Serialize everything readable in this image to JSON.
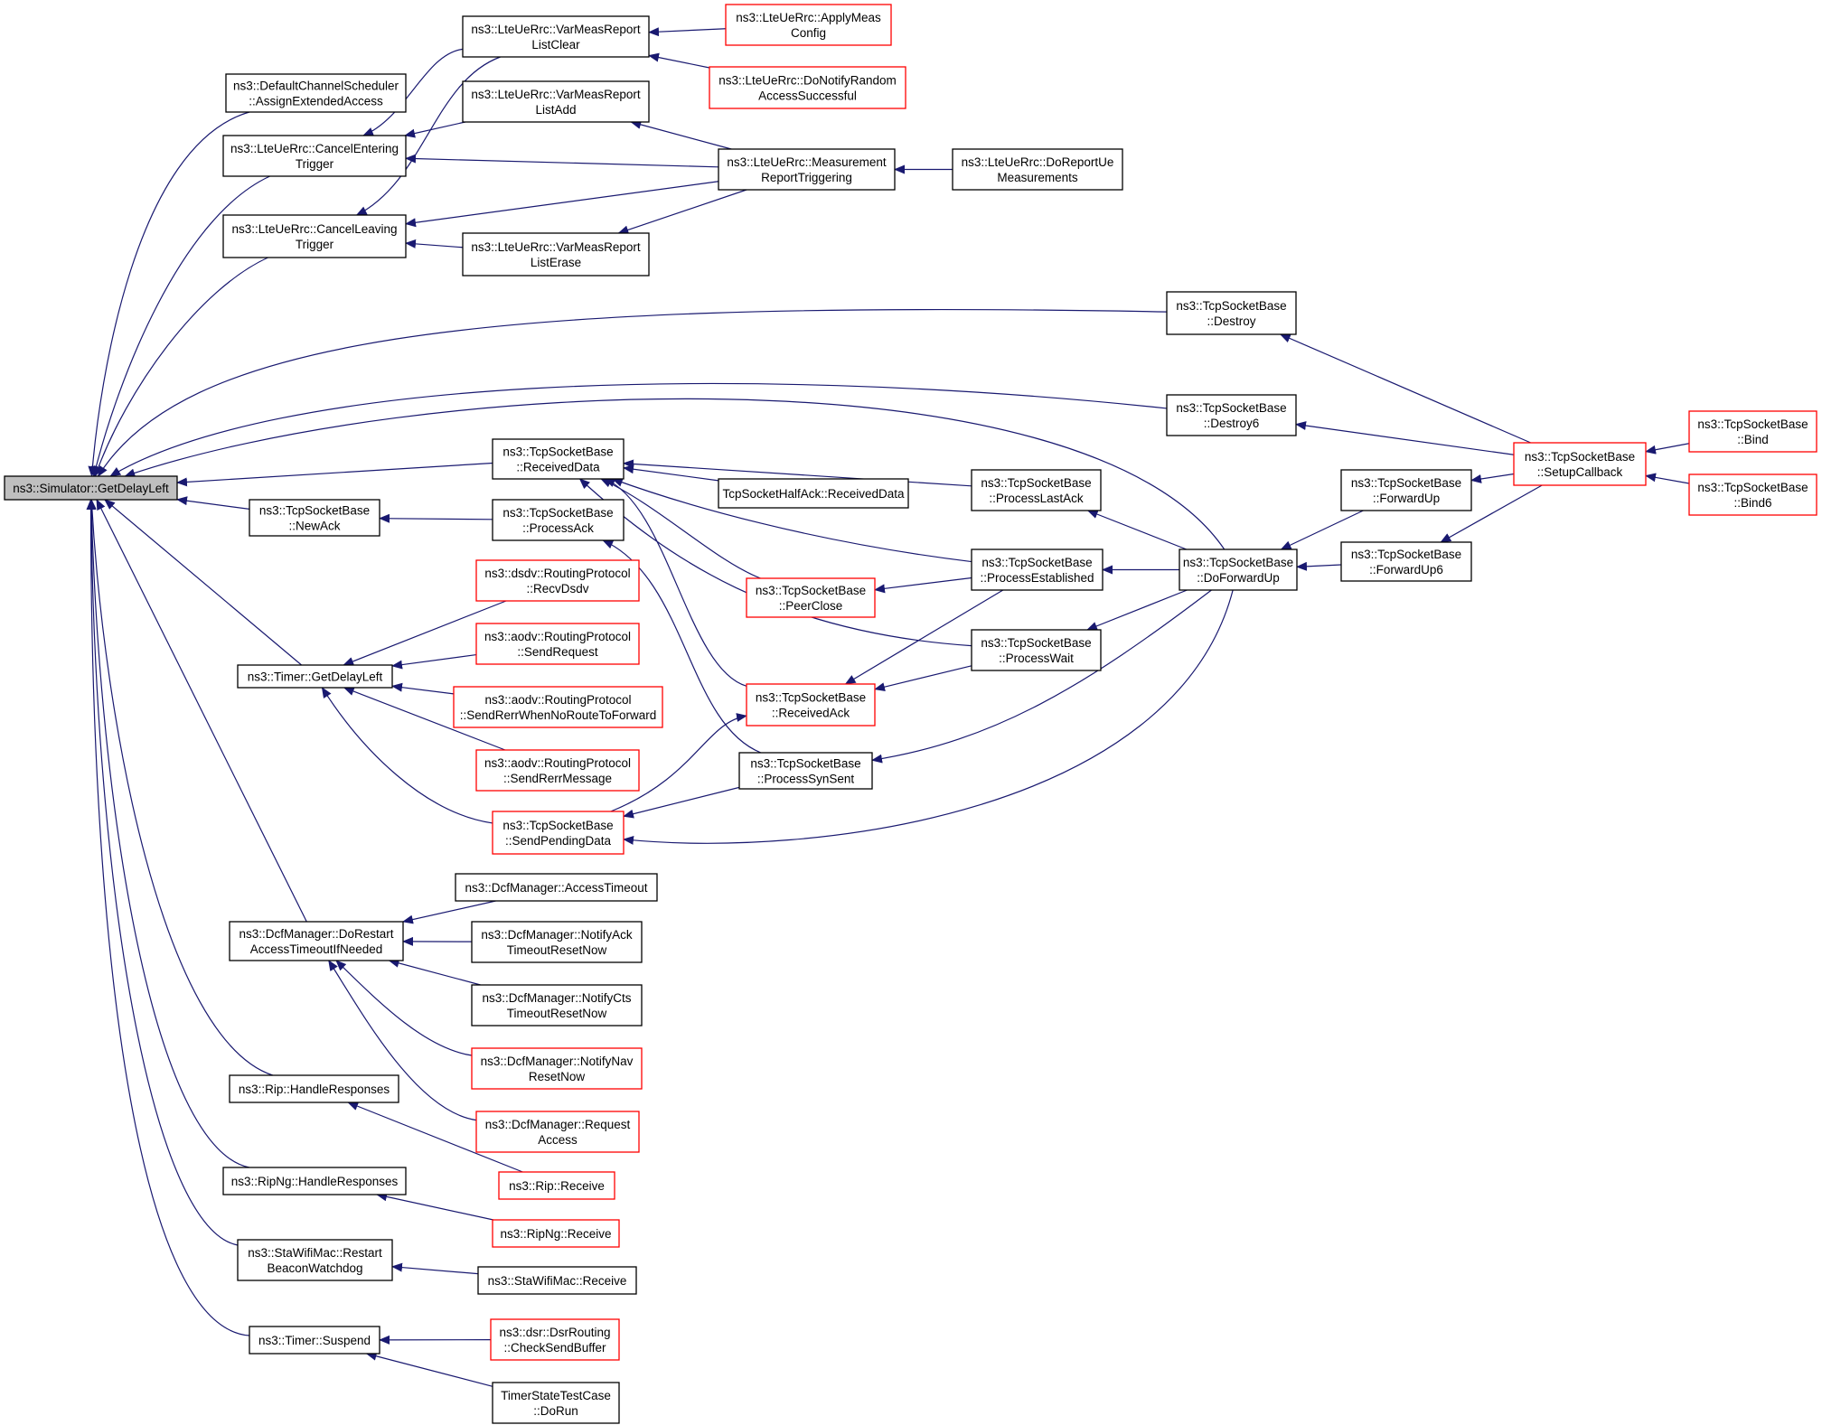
{
  "colors": {
    "edge": "#191970",
    "box_black": "#000000",
    "box_red": "#ff0000",
    "root_fill": "#bfbfbf",
    "background": "#ffffff"
  },
  "nodes": [
    {
      "id": "root",
      "lines": [
        "ns3::Simulator::GetDelayLeft"
      ],
      "style": "root"
    },
    {
      "id": "dcs_assign",
      "lines": [
        "ns3::DefaultChannelScheduler",
        "::AssignExtendedAccess"
      ],
      "style": "black"
    },
    {
      "id": "cancel_entering",
      "lines": [
        "ns3::LteUeRrc::CancelEntering",
        "Trigger"
      ],
      "style": "black"
    },
    {
      "id": "cancel_leaving",
      "lines": [
        "ns3::LteUeRrc::CancelLeaving",
        "Trigger"
      ],
      "style": "black"
    },
    {
      "id": "varmeas_clear",
      "lines": [
        "ns3::LteUeRrc::VarMeasReport",
        "ListClear"
      ],
      "style": "black"
    },
    {
      "id": "varmeas_add",
      "lines": [
        "ns3::LteUeRrc::VarMeasReport",
        "ListAdd"
      ],
      "style": "black"
    },
    {
      "id": "varmeas_erase",
      "lines": [
        "ns3::LteUeRrc::VarMeasReport",
        "ListErase"
      ],
      "style": "black"
    },
    {
      "id": "apply_meas",
      "lines": [
        "ns3::LteUeRrc::ApplyMeas",
        "Config"
      ],
      "style": "red"
    },
    {
      "id": "donotify_random",
      "lines": [
        "ns3::LteUeRrc::DoNotifyRandom",
        "AccessSuccessful"
      ],
      "style": "red"
    },
    {
      "id": "meas_trigger",
      "lines": [
        "ns3::LteUeRrc::Measurement",
        "ReportTriggering"
      ],
      "style": "black"
    },
    {
      "id": "doreport_ue",
      "lines": [
        "ns3::LteUeRrc::DoReportUe",
        "Measurements"
      ],
      "style": "black"
    },
    {
      "id": "tsb_destroy",
      "lines": [
        "ns3::TcpSocketBase",
        "::Destroy"
      ],
      "style": "black"
    },
    {
      "id": "tsb_destroy6",
      "lines": [
        "ns3::TcpSocketBase",
        "::Destroy6"
      ],
      "style": "black"
    },
    {
      "id": "tsb_setupcb",
      "lines": [
        "ns3::TcpSocketBase",
        "::SetupCallback"
      ],
      "style": "red"
    },
    {
      "id": "tsb_bind",
      "lines": [
        "ns3::TcpSocketBase",
        "::Bind"
      ],
      "style": "red"
    },
    {
      "id": "tsb_bind6",
      "lines": [
        "ns3::TcpSocketBase",
        "::Bind6"
      ],
      "style": "red"
    },
    {
      "id": "tsb_recvdata",
      "lines": [
        "ns3::TcpSocketBase",
        "::ReceivedData"
      ],
      "style": "black"
    },
    {
      "id": "halfack_recv",
      "lines": [
        "TcpSocketHalfAck::ReceivedData"
      ],
      "style": "black"
    },
    {
      "id": "tsb_proclastack",
      "lines": [
        "ns3::TcpSocketBase",
        "::ProcessLastAck"
      ],
      "style": "black"
    },
    {
      "id": "tsb_fwdup",
      "lines": [
        "ns3::TcpSocketBase",
        "::ForwardUp"
      ],
      "style": "black"
    },
    {
      "id": "tsb_fwdup6",
      "lines": [
        "ns3::TcpSocketBase",
        "::ForwardUp6"
      ],
      "style": "black"
    },
    {
      "id": "tsb_newack",
      "lines": [
        "ns3::TcpSocketBase",
        "::NewAck"
      ],
      "style": "black"
    },
    {
      "id": "tsb_procack",
      "lines": [
        "ns3::TcpSocketBase",
        "::ProcessAck"
      ],
      "style": "black"
    },
    {
      "id": "tsb_procest",
      "lines": [
        "ns3::TcpSocketBase",
        "::ProcessEstablished"
      ],
      "style": "black"
    },
    {
      "id": "tsb_doforwardup",
      "lines": [
        "ns3::TcpSocketBase",
        "::DoForwardUp"
      ],
      "style": "black"
    },
    {
      "id": "dsdv_recv",
      "lines": [
        "ns3::dsdv::RoutingProtocol",
        "::RecvDsdv"
      ],
      "style": "red"
    },
    {
      "id": "tsb_peerclose",
      "lines": [
        "ns3::TcpSocketBase",
        "::PeerClose"
      ],
      "style": "red"
    },
    {
      "id": "aodv_sendreq",
      "lines": [
        "ns3::aodv::RoutingProtocol",
        "::SendRequest"
      ],
      "style": "red"
    },
    {
      "id": "tsb_procwait",
      "lines": [
        "ns3::TcpSocketBase",
        "::ProcessWait"
      ],
      "style": "black"
    },
    {
      "id": "timer_getdelay",
      "lines": [
        "ns3::Timer::GetDelayLeft"
      ],
      "style": "black"
    },
    {
      "id": "aodv_rerrnoroute",
      "lines": [
        "ns3::aodv::RoutingProtocol",
        "::SendRerrWhenNoRouteToForward"
      ],
      "style": "red"
    },
    {
      "id": "tsb_recvack",
      "lines": [
        "ns3::TcpSocketBase",
        "::ReceivedAck"
      ],
      "style": "red"
    },
    {
      "id": "aodv_rerrmsg",
      "lines": [
        "ns3::aodv::RoutingProtocol",
        "::SendRerrMessage"
      ],
      "style": "red"
    },
    {
      "id": "tsb_procsynsent",
      "lines": [
        "ns3::TcpSocketBase",
        "::ProcessSynSent"
      ],
      "style": "black"
    },
    {
      "id": "tsb_sendpending",
      "lines": [
        "ns3::TcpSocketBase",
        "::SendPendingData"
      ],
      "style": "red"
    },
    {
      "id": "dcf_accesstimeout",
      "lines": [
        "ns3::DcfManager::AccessTimeout"
      ],
      "style": "black"
    },
    {
      "id": "dcf_dorestart",
      "lines": [
        "ns3::DcfManager::DoRestart",
        "AccessTimeoutIfNeeded"
      ],
      "style": "black"
    },
    {
      "id": "dcf_notifyack",
      "lines": [
        "ns3::DcfManager::NotifyAck",
        "TimeoutResetNow"
      ],
      "style": "black"
    },
    {
      "id": "dcf_notifycts",
      "lines": [
        "ns3::DcfManager::NotifyCts",
        "TimeoutResetNow"
      ],
      "style": "black"
    },
    {
      "id": "dcf_notifynav",
      "lines": [
        "ns3::DcfManager::NotifyNav",
        "ResetNow"
      ],
      "style": "red"
    },
    {
      "id": "rip_handle",
      "lines": [
        "ns3::Rip::HandleResponses"
      ],
      "style": "black"
    },
    {
      "id": "dcf_reqaccess",
      "lines": [
        "ns3::DcfManager::Request",
        "Access"
      ],
      "style": "red"
    },
    {
      "id": "rip_receive",
      "lines": [
        "ns3::Rip::Receive"
      ],
      "style": "red"
    },
    {
      "id": "ripng_handle",
      "lines": [
        "ns3::RipNg::HandleResponses"
      ],
      "style": "black"
    },
    {
      "id": "ripng_receive",
      "lines": [
        "ns3::RipNg::Receive"
      ],
      "style": "red"
    },
    {
      "id": "sta_restart",
      "lines": [
        "ns3::StaWifiMac::Restart",
        "BeaconWatchdog"
      ],
      "style": "black"
    },
    {
      "id": "sta_receive",
      "lines": [
        "ns3::StaWifiMac::Receive"
      ],
      "style": "black"
    },
    {
      "id": "timer_suspend",
      "lines": [
        "ns3::Timer::Suspend"
      ],
      "style": "black"
    },
    {
      "id": "dsr_checksend",
      "lines": [
        "ns3::dsr::DsrRouting",
        "::CheckSendBuffer"
      ],
      "style": "red"
    },
    {
      "id": "timerstate_dorun",
      "lines": [
        "TimerStateTestCase",
        "::DoRun"
      ],
      "style": "black"
    }
  ],
  "edges": [
    {
      "from": "dcs_assign",
      "to": "root"
    },
    {
      "from": "cancel_entering",
      "to": "root"
    },
    {
      "from": "cancel_leaving",
      "to": "root"
    },
    {
      "from": "tsb_destroy",
      "to": "root"
    },
    {
      "from": "tsb_destroy6",
      "to": "root"
    },
    {
      "from": "tsb_doforwardup",
      "to": "root"
    },
    {
      "from": "tsb_recvdata",
      "to": "root"
    },
    {
      "from": "tsb_newack",
      "to": "root"
    },
    {
      "from": "timer_getdelay",
      "to": "root"
    },
    {
      "from": "dcf_dorestart",
      "to": "root"
    },
    {
      "from": "rip_handle",
      "to": "root"
    },
    {
      "from": "ripng_handle",
      "to": "root"
    },
    {
      "from": "sta_restart",
      "to": "root"
    },
    {
      "from": "timer_suspend",
      "to": "root"
    },
    {
      "from": "varmeas_clear",
      "to": "cancel_entering"
    },
    {
      "from": "varmeas_add",
      "to": "cancel_entering"
    },
    {
      "from": "meas_trigger",
      "to": "cancel_entering"
    },
    {
      "from": "varmeas_clear",
      "to": "cancel_leaving"
    },
    {
      "from": "meas_trigger",
      "to": "cancel_leaving"
    },
    {
      "from": "varmeas_erase",
      "to": "cancel_leaving"
    },
    {
      "from": "apply_meas",
      "to": "varmeas_clear"
    },
    {
      "from": "donotify_random",
      "to": "varmeas_clear"
    },
    {
      "from": "meas_trigger",
      "to": "varmeas_add"
    },
    {
      "from": "meas_trigger",
      "to": "varmeas_erase"
    },
    {
      "from": "doreport_ue",
      "to": "meas_trigger"
    },
    {
      "from": "tsb_setupcb",
      "to": "tsb_destroy"
    },
    {
      "from": "tsb_setupcb",
      "to": "tsb_destroy6"
    },
    {
      "from": "tsb_bind",
      "to": "tsb_setupcb"
    },
    {
      "from": "tsb_bind6",
      "to": "tsb_setupcb"
    },
    {
      "from": "tsb_setupcb",
      "to": "tsb_fwdup"
    },
    {
      "from": "tsb_setupcb",
      "to": "tsb_fwdup6"
    },
    {
      "from": "tsb_fwdup",
      "to": "tsb_doforwardup"
    },
    {
      "from": "tsb_fwdup6",
      "to": "tsb_doforwardup"
    },
    {
      "from": "tsb_doforwardup",
      "to": "tsb_proclastack"
    },
    {
      "from": "tsb_doforwardup",
      "to": "tsb_procest"
    },
    {
      "from": "tsb_doforwardup",
      "to": "tsb_procwait"
    },
    {
      "from": "tsb_doforwardup",
      "to": "tsb_procsynsent"
    },
    {
      "from": "tsb_doforwardup",
      "to": "tsb_sendpending"
    },
    {
      "from": "halfack_recv",
      "to": "tsb_recvdata"
    },
    {
      "from": "tsb_proclastack",
      "to": "tsb_recvdata"
    },
    {
      "from": "tsb_procest",
      "to": "tsb_recvdata"
    },
    {
      "from": "tsb_procwait",
      "to": "tsb_recvdata"
    },
    {
      "from": "tsb_peerclose",
      "to": "tsb_recvdata"
    },
    {
      "from": "tsb_recvack",
      "to": "tsb_recvdata"
    },
    {
      "from": "tsb_procest",
      "to": "tsb_peerclose"
    },
    {
      "from": "tsb_procest",
      "to": "tsb_recvack"
    },
    {
      "from": "tsb_procwait",
      "to": "tsb_recvack"
    },
    {
      "from": "tsb_procack",
      "to": "tsb_newack"
    },
    {
      "from": "tsb_procsynsent",
      "to": "tsb_procack"
    },
    {
      "from": "tsb_sendpending",
      "to": "tsb_recvack"
    },
    {
      "from": "tsb_procsynsent",
      "to": "tsb_sendpending"
    },
    {
      "from": "dsdv_recv",
      "to": "timer_getdelay"
    },
    {
      "from": "aodv_sendreq",
      "to": "timer_getdelay"
    },
    {
      "from": "aodv_rerrnoroute",
      "to": "timer_getdelay"
    },
    {
      "from": "aodv_rerrmsg",
      "to": "timer_getdelay"
    },
    {
      "from": "tsb_sendpending",
      "to": "timer_getdelay"
    },
    {
      "from": "dcf_accesstimeout",
      "to": "dcf_dorestart"
    },
    {
      "from": "dcf_notifyack",
      "to": "dcf_dorestart"
    },
    {
      "from": "dcf_notifycts",
      "to": "dcf_dorestart"
    },
    {
      "from": "dcf_notifynav",
      "to": "dcf_dorestart"
    },
    {
      "from": "dcf_reqaccess",
      "to": "dcf_dorestart"
    },
    {
      "from": "rip_receive",
      "to": "rip_handle"
    },
    {
      "from": "ripng_receive",
      "to": "ripng_handle"
    },
    {
      "from": "sta_receive",
      "to": "sta_restart"
    },
    {
      "from": "dsr_checksend",
      "to": "timer_suspend"
    },
    {
      "from": "timerstate_dorun",
      "to": "timer_suspend"
    }
  ]
}
